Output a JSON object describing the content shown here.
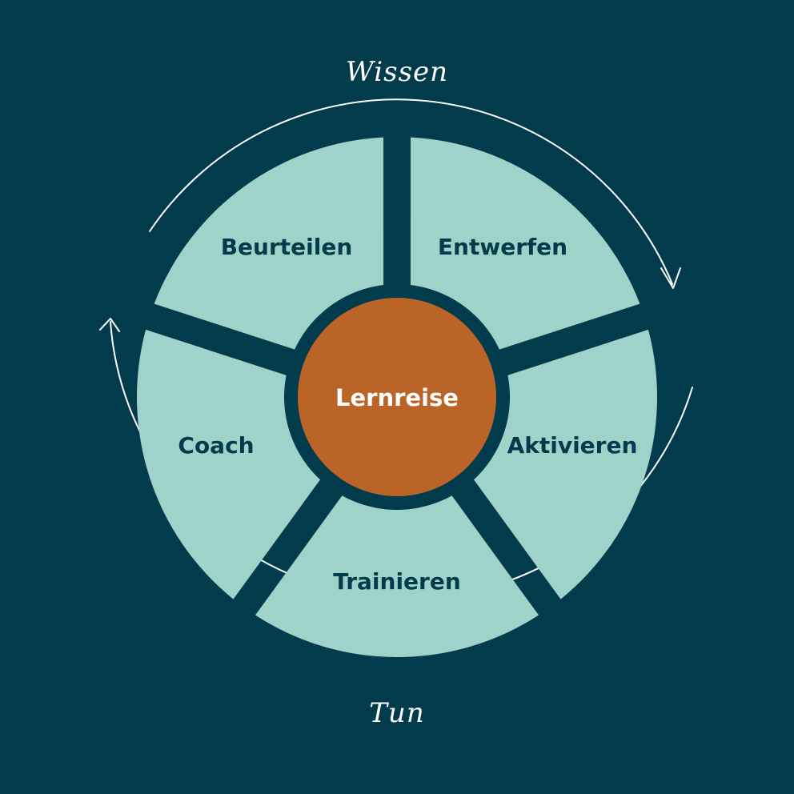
{
  "colors": {
    "background": "#023c4c",
    "segment": "#9fd2c8",
    "segment_text": "#023c4c",
    "hub": "#bb6427",
    "hub_text": "#ffffff",
    "arrows": "#ffffff"
  },
  "hub": {
    "label": "Lernreise"
  },
  "segments": [
    {
      "label": "Entwerfen"
    },
    {
      "label": "Aktivieren"
    },
    {
      "label": "Trainieren"
    },
    {
      "label": "Coach"
    },
    {
      "label": "Beurteilen"
    }
  ],
  "cycle": {
    "top_label": "Wissen",
    "bottom_label": "Tun"
  }
}
